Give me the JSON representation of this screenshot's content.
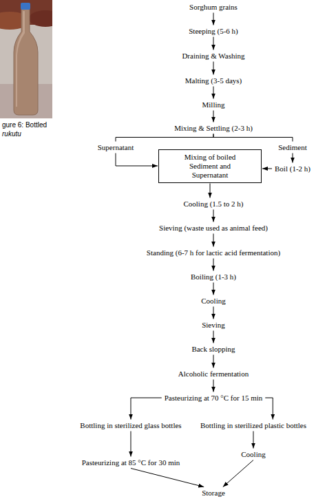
{
  "diagram": {
    "nodes": [
      {
        "text": [
          "Sorghum grains"
        ]
      },
      {
        "text": [
          "Steeping (5-6 h)"
        ]
      },
      {
        "text": [
          "Draining & Washing"
        ]
      },
      {
        "text": [
          "Malting (3-5 days)"
        ]
      },
      {
        "text": [
          "Milling"
        ]
      },
      {
        "text": [
          "Mixing & Settling (2-3 h)"
        ]
      },
      {
        "text": [
          "Supernatant"
        ]
      },
      {
        "text": [
          "Sediment"
        ]
      },
      {
        "text": [
          "Mixing of boiled Sediment and Supernatant"
        ]
      },
      {
        "text": [
          "Boil (1-2 h)"
        ]
      },
      {
        "text": [
          "Cooling (1.5 to 2 h)"
        ]
      },
      {
        "text": [
          "Sieving (waste used as animal feed)"
        ]
      },
      {
        "text": [
          "Standing (6-7 h for lactic acid fermentation)"
        ]
      },
      {
        "text": [
          "Boiling (1-3 h)"
        ]
      },
      {
        "text": [
          "Cooling"
        ]
      },
      {
        "text": [
          "Sieving"
        ]
      },
      {
        "text": [
          "Back slopping"
        ]
      },
      {
        "text": [
          "Alcoholic fermentation"
        ]
      },
      {
        "text": [
          "Pasteurizing at 70 °C for 15 min"
        ]
      },
      {
        "text": [
          "Bottling in sterilized glass bottles"
        ]
      },
      {
        "text": [
          "Bottling in sterilized plastic bottles"
        ]
      },
      {
        "text": [
          "Pasteurizing at 85 °C for 30 min"
        ]
      },
      {
        "text": [
          "Cooling"
        ]
      },
      {
        "text": [
          "Storage"
        ]
      }
    ],
    "edges": [
      {
        "from": 0,
        "to": 1,
        "arrow": "to"
      },
      {
        "from": 1,
        "to": 2,
        "arrow": "to"
      },
      {
        "from": 2,
        "to": 3,
        "arrow": "to"
      },
      {
        "from": 3,
        "to": 4,
        "arrow": "to"
      },
      {
        "from": 4,
        "to": 5,
        "arrow": "to"
      },
      {
        "from": 5,
        "to": 6,
        "arrow": "none"
      },
      {
        "from": 5,
        "to": 7,
        "arrow": "none"
      },
      {
        "from": 6,
        "to": 8,
        "arrow": "to"
      },
      {
        "from": 7,
        "to": 9,
        "arrow": "to"
      },
      {
        "from": 9,
        "to": 8,
        "arrow": "to"
      },
      {
        "from": 8,
        "to": 10,
        "arrow": "to"
      },
      {
        "from": 10,
        "to": 11,
        "arrow": "to"
      },
      {
        "from": 11,
        "to": 12,
        "arrow": "to"
      },
      {
        "from": 12,
        "to": 13,
        "arrow": "to"
      },
      {
        "from": 13,
        "to": 14,
        "arrow": "to"
      },
      {
        "from": 14,
        "to": 15,
        "arrow": "to"
      },
      {
        "from": 15,
        "to": 16,
        "arrow": "to"
      },
      {
        "from": 16,
        "to": 17,
        "arrow": "to"
      },
      {
        "from": 17,
        "to": 18,
        "arrow": "to"
      },
      {
        "from": 18,
        "to": 19,
        "arrow": "to"
      },
      {
        "from": 18,
        "to": 20,
        "arrow": "to"
      },
      {
        "from": 19,
        "to": 21,
        "arrow": "to"
      },
      {
        "from": 20,
        "to": 22,
        "arrow": "to"
      },
      {
        "from": 21,
        "to": 23,
        "arrow": "to"
      },
      {
        "from": 22,
        "to": 23,
        "arrow": "to"
      }
    ],
    "labels": [
      "gure 6: Bottled",
      "rukutu"
    ]
  }
}
